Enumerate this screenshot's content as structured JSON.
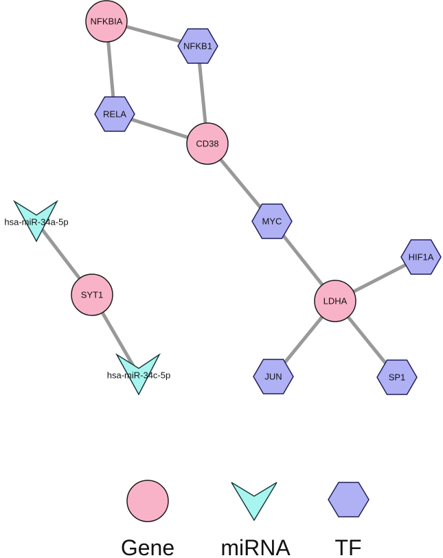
{
  "network": {
    "nodes": [
      {
        "id": "NFKBIA",
        "label": "NFKBIA",
        "type": "gene"
      },
      {
        "id": "NFKB1",
        "label": "NFKB1",
        "type": "tf"
      },
      {
        "id": "RELA",
        "label": "RELA",
        "type": "tf"
      },
      {
        "id": "CD38",
        "label": "CD38",
        "type": "gene"
      },
      {
        "id": "MYC",
        "label": "MYC",
        "type": "tf"
      },
      {
        "id": "HIF1A",
        "label": "HIF1A",
        "type": "tf"
      },
      {
        "id": "LDHA",
        "label": "LDHA",
        "type": "gene"
      },
      {
        "id": "JUN",
        "label": "JUN",
        "type": "tf"
      },
      {
        "id": "SP1",
        "label": "SP1",
        "type": "tf"
      },
      {
        "id": "SYT1",
        "label": "SYT1",
        "type": "gene"
      },
      {
        "id": "hsa-miR-34a-5p",
        "label": "hsa-miR-34a-5p",
        "type": "mirna"
      },
      {
        "id": "hsa-miR-34c-5p",
        "label": "hsa-miR-34c-5p",
        "type": "mirna"
      }
    ],
    "edges": [
      [
        "NFKBIA",
        "NFKB1"
      ],
      [
        "NFKBIA",
        "RELA"
      ],
      [
        "NFKB1",
        "CD38"
      ],
      [
        "RELA",
        "CD38"
      ],
      [
        "CD38",
        "MYC"
      ],
      [
        "MYC",
        "LDHA"
      ],
      [
        "LDHA",
        "HIF1A"
      ],
      [
        "LDHA",
        "JUN"
      ],
      [
        "LDHA",
        "SP1"
      ],
      [
        "SYT1",
        "hsa-miR-34a-5p"
      ],
      [
        "SYT1",
        "hsa-miR-34c-5p"
      ]
    ]
  },
  "legend": {
    "items": [
      {
        "type": "gene",
        "label": "Gene"
      },
      {
        "type": "mirna",
        "label": "miRNA"
      },
      {
        "type": "tf",
        "label": "TF"
      }
    ]
  },
  "colors": {
    "gene": "#f9b3c8",
    "mirna": "#a8f5f0",
    "tf": "#b0b0f5",
    "edge": "#999999"
  }
}
